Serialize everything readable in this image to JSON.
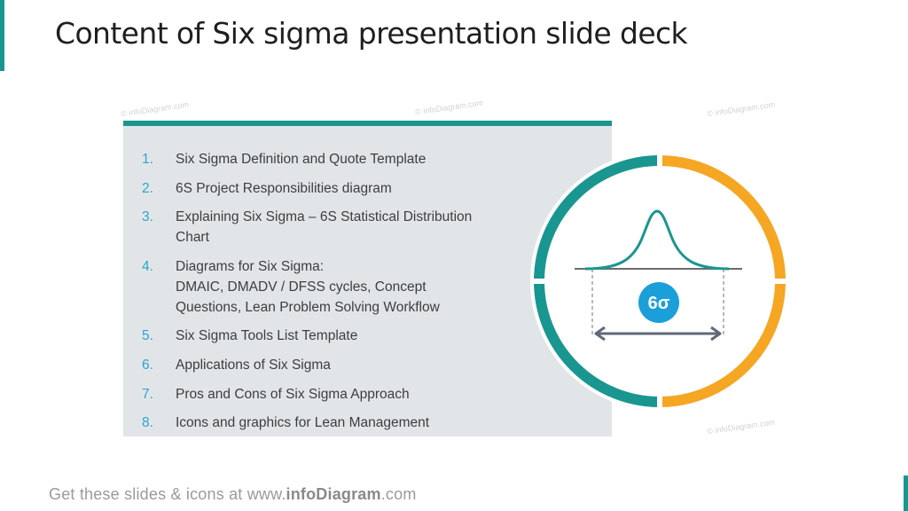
{
  "slide": {
    "title": "Content of Six sigma presentation slide deck"
  },
  "contents": {
    "items": [
      {
        "number": "1.",
        "text": "Six Sigma Definition and Quote Template"
      },
      {
        "number": "2.",
        "text": "6S Project Responsibilities diagram"
      },
      {
        "number": "3.",
        "text": "Explaining Six Sigma – 6S Statistical Distribution\nChart"
      },
      {
        "number": "4.",
        "text": "Diagrams for Six Sigma:\nDMAIC, DMADV / DFSS cycles, Concept\nQuestions, Lean Problem Solving Workflow"
      },
      {
        "number": "5.",
        "text": "Six Sigma Tools List Template"
      },
      {
        "number": "6.",
        "text": "Applications of Six Sigma"
      },
      {
        "number": "7.",
        "text": "Pros and Cons of Six Sigma Approach"
      },
      {
        "number": "8.",
        "text": "Icons and graphics for Lean Management"
      }
    ]
  },
  "graphic": {
    "badge_label": "6σ"
  },
  "watermark": {
    "text": "© infoDiagram.com"
  },
  "footer": {
    "prefix": "Get these slides & icons at www.",
    "brand": "infoDiagram",
    "suffix": ".com"
  },
  "colors": {
    "teal": "#1a9690",
    "orange": "#f5a623",
    "blue": "#1a9fd9",
    "number_blue": "#2aa6d0",
    "panel_gray": "#e2e5e8"
  }
}
